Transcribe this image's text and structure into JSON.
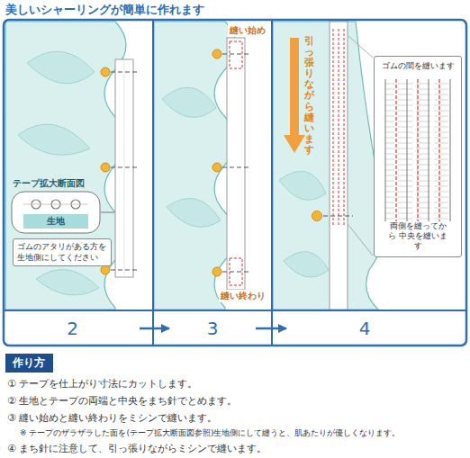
{
  "diagram": {
    "title": "美しいシャーリングが簡単に作れます",
    "nodes": [
      {
        "text": [
          "テープ拡大断面図"
        ]
      },
      {
        "text": [
          "生地"
        ],
        "in": 0
      },
      {
        "text": [
          "ゴムのアタリがある方を 生地側にしてください"
        ]
      },
      {
        "text": [
          "ゴムの間を縫います",
          "両側を縫ってから 中央を縫います"
        ]
      },
      {
        "text": [
          "2"
        ]
      },
      {
        "text": [
          "3"
        ]
      },
      {
        "text": [
          "4"
        ]
      },
      {
        "text": [
          "作り方"
        ]
      }
    ],
    "edges": [
      {
        "from": 4,
        "to": 5,
        "arrow": "to"
      },
      {
        "from": 5,
        "to": 6,
        "arrow": "to"
      }
    ],
    "labels": [
      "縫い始め",
      "縫い終わり",
      "引っ張りながら縫います",
      "① テープを仕上がり寸法にカットします。",
      "② 生地とテープの両端と中央をまち針でとめます。",
      "③ 縫い始めと縫い終わりをミシンで縫います。",
      "※ テープのザラザラした面を(テープ拡大断面図参照)生地側にして縫うと、肌あたりが優しくなります。",
      "④ まち針に注意して、引っ張りながらミシンで縫います。"
    ]
  }
}
